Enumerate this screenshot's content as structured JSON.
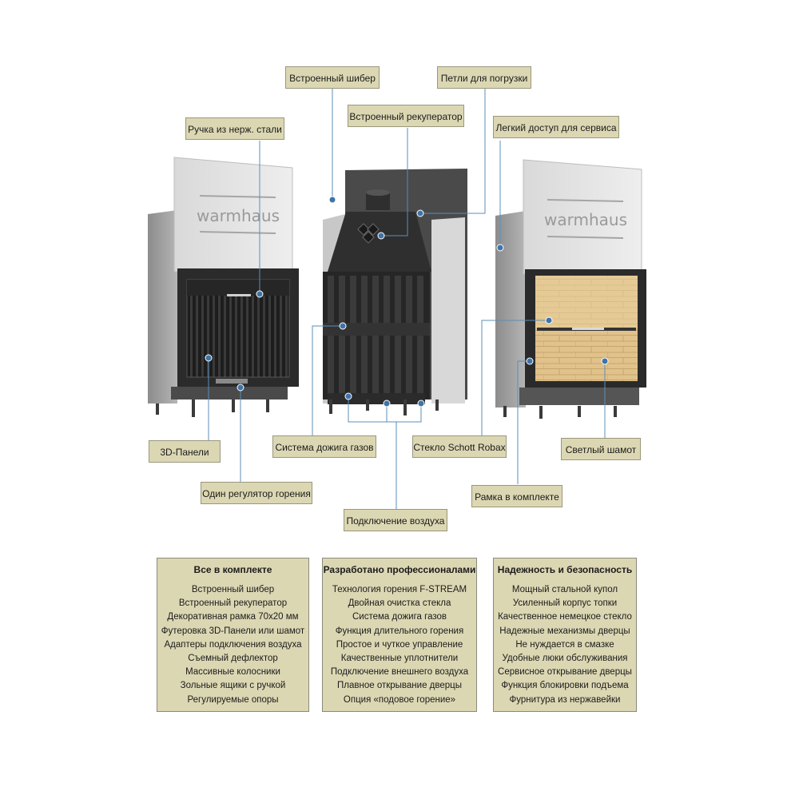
{
  "brand": "warmhaus",
  "callouts": {
    "built_in_damper": "Встроенный шибер",
    "lifting_loops": "Петли для погрузки",
    "steel_handle": "Ручка из нерж. стали",
    "built_in_recuperator": "Встроенный рекуператор",
    "service_access": "Легкий доступ для сервиса",
    "panels_3d": "3D-Панели",
    "gas_afterburn": "Система дожига газов",
    "schott_glass": "Стекло Schott Robax",
    "light_chamotte": "Светлый шамот",
    "single_regulator": "Один регулятор горения",
    "frame_included": "Рамка в комплекте",
    "air_connection": "Подключение воздуха"
  },
  "panels": [
    {
      "title": "Все в комплекте",
      "items": [
        "Встроенный шибер",
        "Встроенный рекуператор",
        "Декоративная рамка 70х20 мм",
        "Футеровка 3D-Панели или шамот",
        "Адаптеры подключения воздуха",
        "Съемный дефлектор",
        "Массивные колосники",
        "Зольные ящики с ручкой",
        "Регулируемые опоры"
      ]
    },
    {
      "title": "Разработано профессионалами",
      "items": [
        "Технология горения F-STREAM",
        "Двойная очистка стекла",
        "Система дожига газов",
        "Функция длительного горения",
        "Простое и чуткое управление",
        "Качественные уплотнители",
        "Подключение внешнего воздуха",
        "Плавное открывание дверцы",
        "Опция «подовое горение»"
      ]
    },
    {
      "title": "Надежность и безопасность",
      "items": [
        "Мощный стальной купол",
        "Усиленный корпус топки",
        "Качественное немецкое стекло",
        "Надежные механизмы дверцы",
        "Не нуждается в смазке",
        "Удобные люки обслуживания",
        "Сервисное открывание дверцы",
        "Функция блокировки подъема",
        "Фурнитура из нержавейки"
      ]
    }
  ],
  "colors": {
    "callout_bg": "#dcd7b3",
    "callout_border": "#9a977c",
    "leader": "#5b8fb9",
    "dot": "#3f74a8"
  }
}
